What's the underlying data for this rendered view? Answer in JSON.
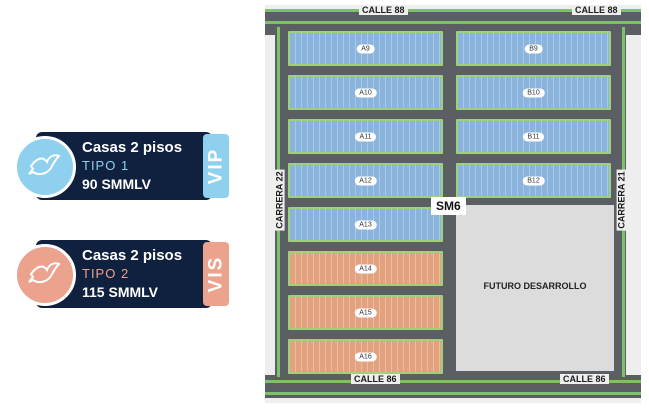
{
  "legend": {
    "vip": {
      "title": "Casas 2 pisos",
      "type": "TIPO 1",
      "price": "90 SMMLV",
      "tag": "VIP",
      "color": "#8fd0ee"
    },
    "vis": {
      "title": "Casas 2 pisos",
      "type": "TIPO 2",
      "price": "115 SMMLV",
      "tag": "VIS",
      "color": "#eba38e"
    }
  },
  "map": {
    "streets": {
      "top_left": "CALLE 88",
      "top_right": "CALLE 88",
      "bottom_left": "CALLE 86",
      "bottom_right": "CALLE 86",
      "left": "CARRERA 22",
      "right": "CARRERA 21"
    },
    "supermanzana": "SM6",
    "future_area": "FUTURO DESARROLLO",
    "blocks_left": [
      "A9",
      "A10",
      "A11",
      "A12",
      "A13",
      "A14",
      "A15",
      "A16"
    ],
    "blocks_right": [
      "B9",
      "B10",
      "B11",
      "B12"
    ],
    "block_types": {
      "A9": "VIP",
      "A10": "VIP",
      "A11": "VIP",
      "A12": "VIP",
      "A13": "VIP",
      "A14": "VIS",
      "A15": "VIS",
      "A16": "VIS",
      "B9": "VIP",
      "B10": "VIP",
      "B11": "VIP",
      "B12": "VIP"
    }
  }
}
